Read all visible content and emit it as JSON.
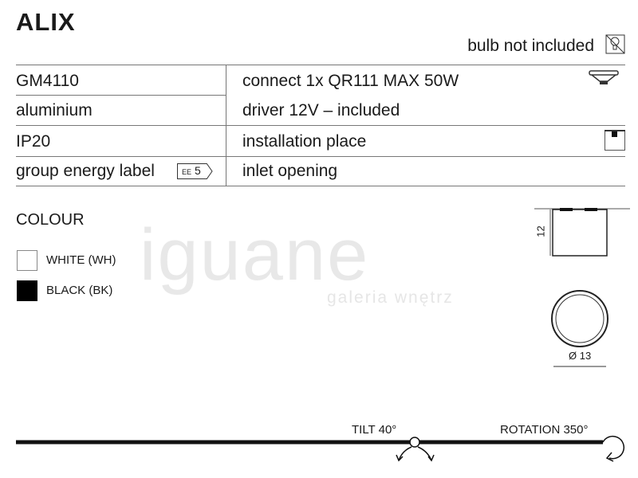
{
  "title": "ALIX",
  "bulb_note": "bulb not included",
  "specs": {
    "code": "GM4110",
    "material": "aluminium",
    "ip": "IP20",
    "energy_label": "group energy label",
    "energy_badge_prefix": "EE",
    "energy_badge_value": "5",
    "connect": "connect 1x QR111 MAX 50W",
    "driver": "driver 12V – included",
    "installation": "installation place",
    "inlet": "inlet opening"
  },
  "colour": {
    "heading": "COLOUR",
    "options": [
      {
        "label": "WHITE (WH)",
        "color": "#ffffff"
      },
      {
        "label": "BLACK (BK)",
        "color": "#000000"
      }
    ]
  },
  "dimensions": {
    "height": "12",
    "diameter": "Ø 13"
  },
  "watermark": {
    "brand": "iguane",
    "tagline": "galeria wnętrz"
  },
  "tilt": "TILT 40°",
  "rotation": "ROTATION 350°"
}
